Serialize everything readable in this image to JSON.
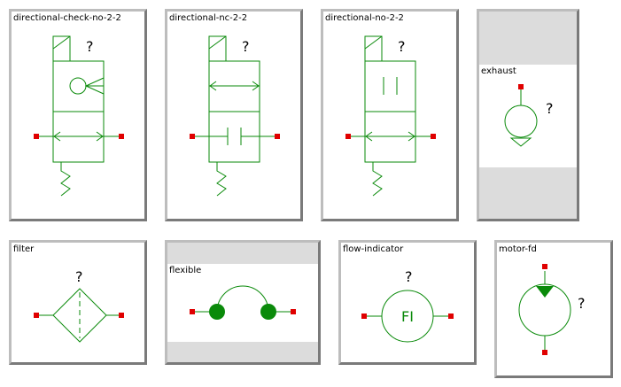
{
  "symbols": [
    {
      "label": "directional-check-no-2-2",
      "mark": "?"
    },
    {
      "label": "directional-nc-2-2",
      "mark": "?"
    },
    {
      "label": "directional-no-2-2",
      "mark": "?"
    },
    {
      "label": "exhaust",
      "mark": "?"
    },
    {
      "label": "filter",
      "mark": "?"
    },
    {
      "label": "flexible",
      "mark": ""
    },
    {
      "label": "flow-indicator",
      "mark": "?",
      "inner_text": "FI"
    },
    {
      "label": "motor-fd",
      "mark": "?"
    }
  ],
  "colors": {
    "line": "#0a8a0a",
    "port": "#e00000",
    "fill": "#0a8a0a"
  }
}
